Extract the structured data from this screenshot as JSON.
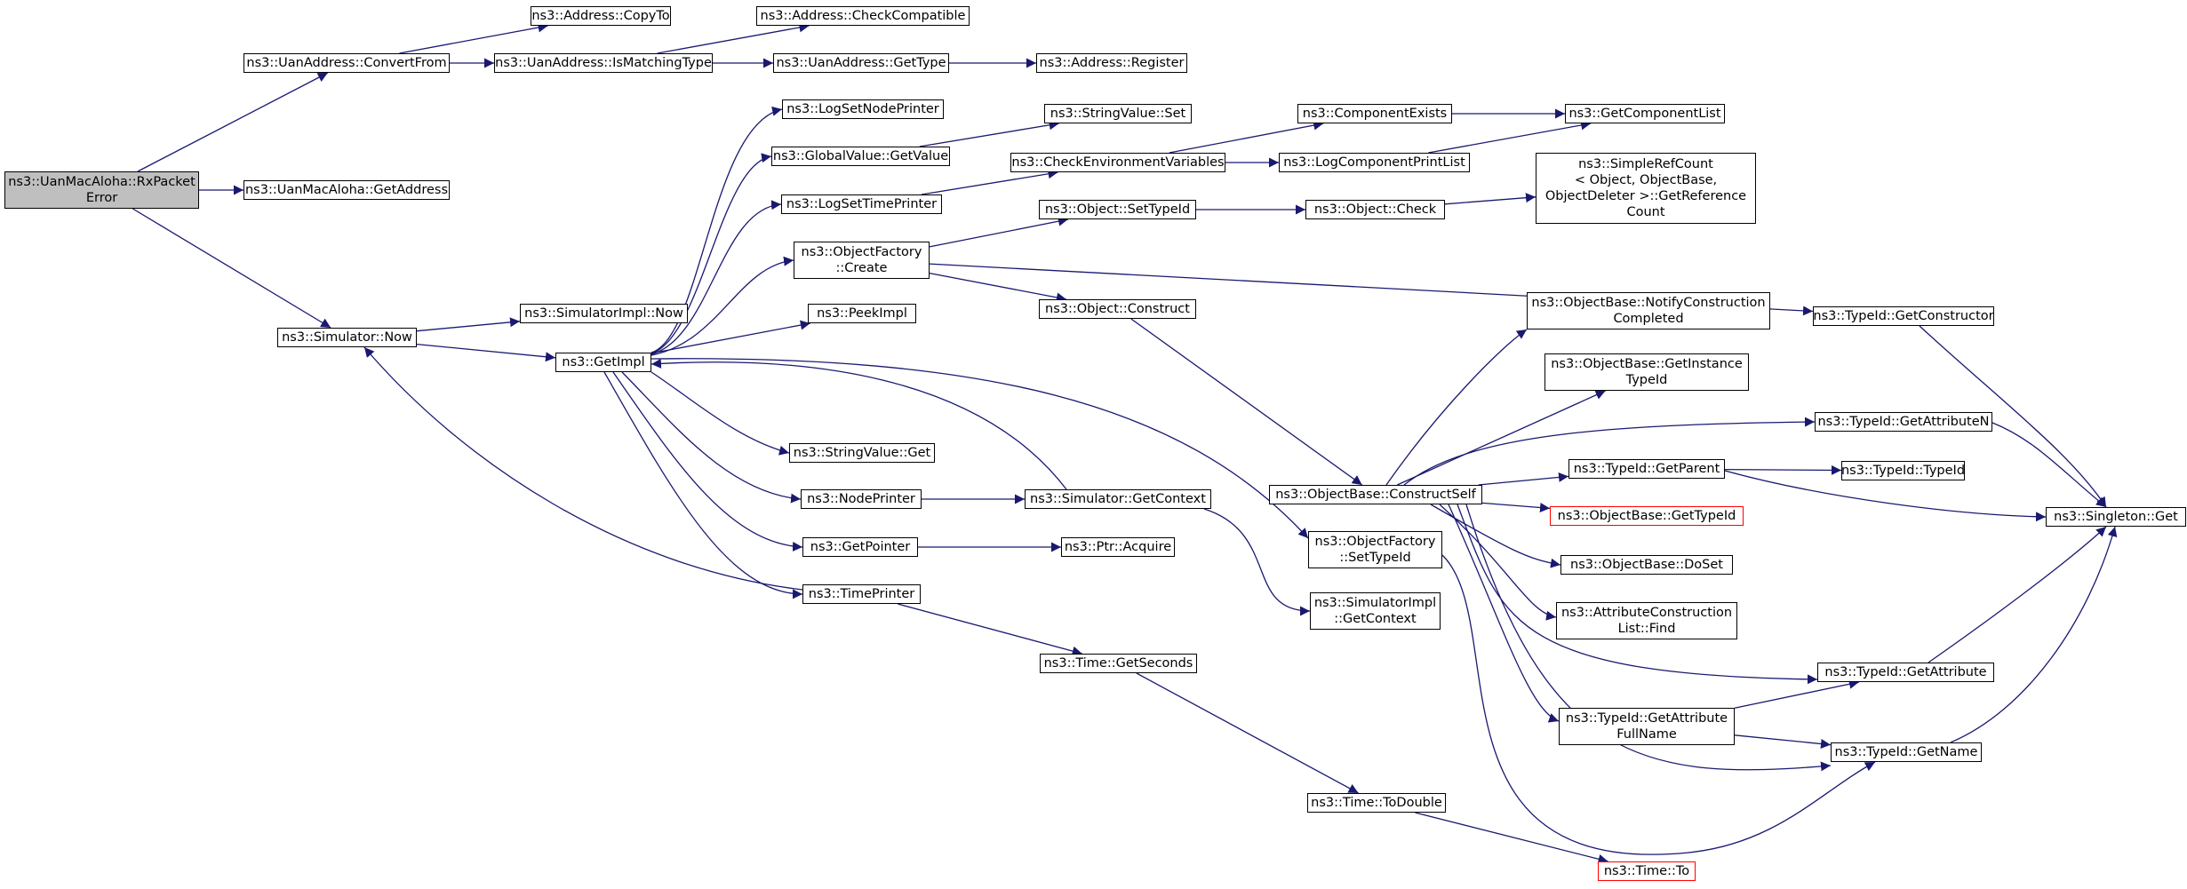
{
  "graph": {
    "root": "rxpacket",
    "edge_color": "#191970",
    "root_fill": "#bfbfbf",
    "missing_border_color": "#ff0000",
    "nodes": [
      {
        "id": "rxpacket",
        "label": "ns3::UanMacAloha::RxPacket\nError"
      },
      {
        "id": "convertfrom",
        "label": "ns3::UanAddress::ConvertFrom"
      },
      {
        "id": "getaddress",
        "label": "ns3::UanMacAloha::GetAddress"
      },
      {
        "id": "simnow",
        "label": "ns3::Simulator::Now"
      },
      {
        "id": "copyto",
        "label": "ns3::Address::CopyTo"
      },
      {
        "id": "ismatching",
        "label": "ns3::UanAddress::IsMatchingType"
      },
      {
        "id": "checkcompat",
        "label": "ns3::Address::CheckCompatible"
      },
      {
        "id": "uangettype",
        "label": "ns3::UanAddress::GetType"
      },
      {
        "id": "register",
        "label": "ns3::Address::Register"
      },
      {
        "id": "simimplnow",
        "label": "ns3::SimulatorImpl::Now"
      },
      {
        "id": "getimpl",
        "label": "ns3::GetImpl"
      },
      {
        "id": "logsetnode",
        "label": "ns3::LogSetNodePrinter"
      },
      {
        "id": "gvgetvalue",
        "label": "ns3::GlobalValue::GetValue"
      },
      {
        "id": "logsettime",
        "label": "ns3::LogSetTimePrinter"
      },
      {
        "id": "ofcreate",
        "label": "ns3::ObjectFactory\n::Create"
      },
      {
        "id": "peekimpl",
        "label": "ns3::PeekImpl"
      },
      {
        "id": "svget",
        "label": "ns3::StringValue::Get"
      },
      {
        "id": "nodeprinter",
        "label": "ns3::NodePrinter"
      },
      {
        "id": "getpointer",
        "label": "ns3::GetPointer"
      },
      {
        "id": "timeprinter",
        "label": "ns3::TimePrinter"
      },
      {
        "id": "svset",
        "label": "ns3::StringValue::Set"
      },
      {
        "id": "checkenv",
        "label": "ns3::CheckEnvironmentVariables"
      },
      {
        "id": "objsettypeid",
        "label": "ns3::Object::SetTypeId"
      },
      {
        "id": "objconstruct",
        "label": "ns3::Object::Construct"
      },
      {
        "id": "simgetctx",
        "label": "ns3::Simulator::GetContext"
      },
      {
        "id": "ptracquire",
        "label": "ns3::Ptr::Acquire"
      },
      {
        "id": "timegetsec",
        "label": "ns3::Time::GetSeconds"
      },
      {
        "id": "compexists",
        "label": "ns3::ComponentExists"
      },
      {
        "id": "logcompprint",
        "label": "ns3::LogComponentPrintList"
      },
      {
        "id": "objcheck",
        "label": "ns3::Object::Check"
      },
      {
        "id": "obconstructself",
        "label": "ns3::ObjectBase::ConstructSelf"
      },
      {
        "id": "ofsettypeid",
        "label": "ns3::ObjectFactory\n::SetTypeId"
      },
      {
        "id": "simimplgetctx",
        "label": "ns3::SimulatorImpl\n::GetContext"
      },
      {
        "id": "timetodouble",
        "label": "ns3::Time::ToDouble"
      },
      {
        "id": "getcomplist",
        "label": "ns3::GetComponentList"
      },
      {
        "id": "simplerefcount",
        "label": "ns3::SimpleRefCount\n< Object, ObjectBase,\n ObjectDeleter >::GetReference\nCount"
      },
      {
        "id": "obnotify",
        "label": "ns3::ObjectBase::NotifyConstruction\nCompleted"
      },
      {
        "id": "obgetinst",
        "label": "ns3::ObjectBase::GetInstance\nTypeId"
      },
      {
        "id": "tigetparent",
        "label": "ns3::TypeId::GetParent"
      },
      {
        "id": "obgettypeid",
        "label": "ns3::ObjectBase::GetTypeId"
      },
      {
        "id": "obdoset",
        "label": "ns3::ObjectBase::DoSet"
      },
      {
        "id": "acfind",
        "label": "ns3::AttributeConstruction\nList::Find"
      },
      {
        "id": "tigetattrfull",
        "label": "ns3::TypeId::GetAttribute\nFullName"
      },
      {
        "id": "timeto",
        "label": "ns3::Time::To"
      },
      {
        "id": "tigetctor",
        "label": "ns3::TypeId::GetConstructor"
      },
      {
        "id": "tigetattrn",
        "label": "ns3::TypeId::GetAttributeN"
      },
      {
        "id": "titypeid",
        "label": "ns3::TypeId::TypeId"
      },
      {
        "id": "tigetattr",
        "label": "ns3::TypeId::GetAttribute"
      },
      {
        "id": "tigetname",
        "label": "ns3::TypeId::GetName"
      },
      {
        "id": "singletonget",
        "label": "ns3::Singleton::Get"
      }
    ]
  }
}
